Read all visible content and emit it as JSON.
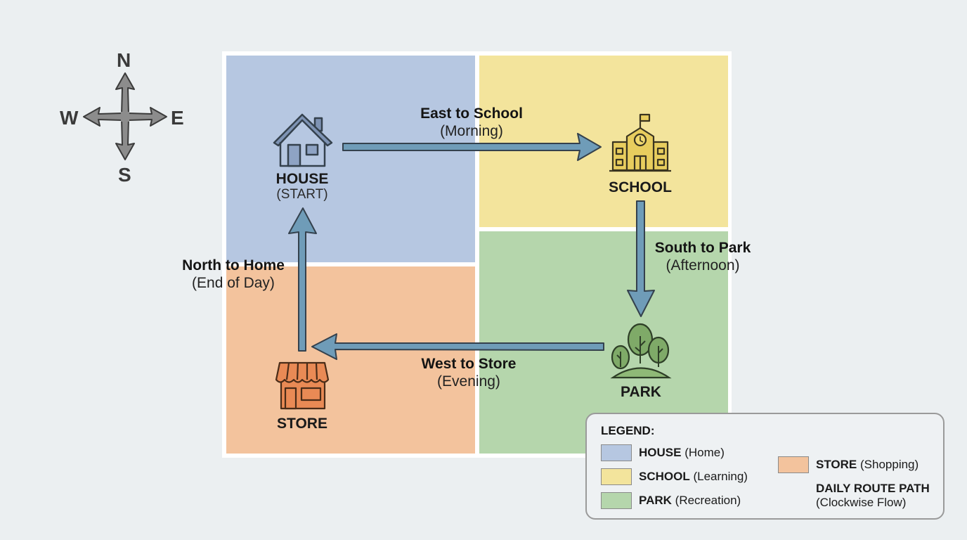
{
  "compass": {
    "north": "N",
    "south": "S",
    "east": "E",
    "west": "W"
  },
  "colors": {
    "background": "#ebeff1",
    "house": "#b6c7e1",
    "school": "#f3e49c",
    "store": "#f3c39d",
    "park": "#b5d6ac",
    "route_arrow": "#6f9cb8",
    "outline": "#34414d"
  },
  "places": {
    "house": {
      "name": "HOUSE",
      "sub": "(START)"
    },
    "school": {
      "name": "SCHOOL"
    },
    "park": {
      "name": "PARK"
    },
    "store": {
      "name": "STORE"
    }
  },
  "routes": [
    {
      "title": "East to School",
      "sub": "(Morning)",
      "from": "HOUSE",
      "to": "SCHOOL",
      "direction": "east"
    },
    {
      "title": "South to Park",
      "sub": "(Afternoon)",
      "from": "SCHOOL",
      "to": "PARK",
      "direction": "south"
    },
    {
      "title": "West to Store",
      "sub": "(Evening)",
      "from": "PARK",
      "to": "STORE",
      "direction": "west"
    },
    {
      "title": "North to Home",
      "sub": "(End of Day)",
      "from": "STORE",
      "to": "HOUSE",
      "direction": "north"
    }
  ],
  "legend": {
    "title": "LEGEND:",
    "items": [
      {
        "bold": "HOUSE",
        "desc": "(Home)",
        "color": "#b6c7e1"
      },
      {
        "bold": "SCHOOL",
        "desc": "(Learning)",
        "color": "#f3e49c"
      },
      {
        "bold": "PARK",
        "desc": "(Recreation)",
        "color": "#b5d6ac"
      },
      {
        "bold": "STORE",
        "desc": "(Shopping)",
        "color": "#f3c39d"
      }
    ],
    "route": {
      "bold": "DAILY ROUTE PATH",
      "desc": "(Clockwise Flow)"
    }
  }
}
